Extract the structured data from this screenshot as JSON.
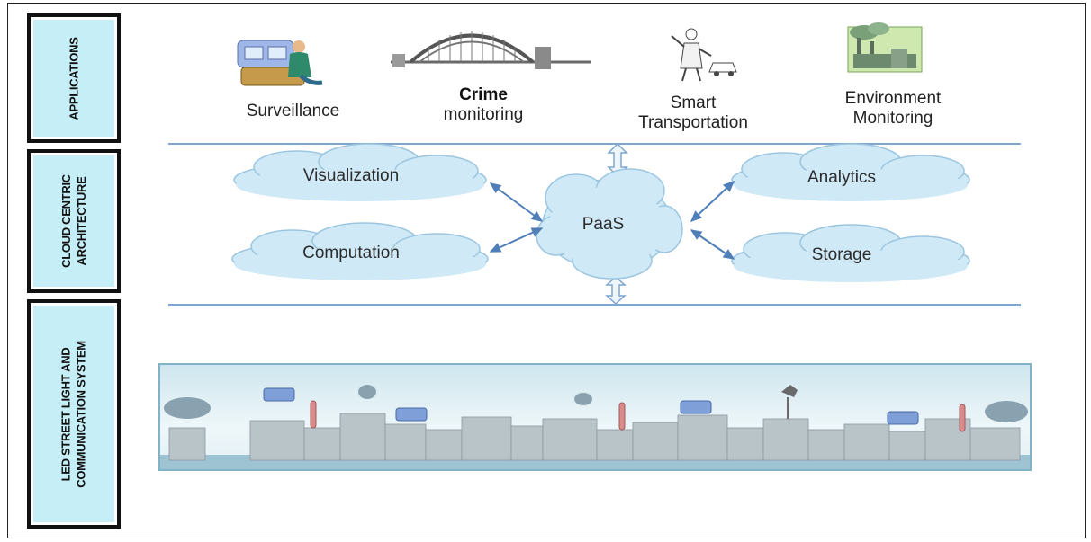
{
  "layers": {
    "applications": "APPLICATIONS",
    "cloud_line1": "CLOUD CENTRIC",
    "cloud_line2": "ARCHITECTURE",
    "led_line1": "LED STREET LIGHT AND",
    "led_line2": "COMMUNICATION SYSTEM"
  },
  "applications": {
    "surveillance": "Surveillance",
    "crime_line1": "Crime",
    "crime_line2": "monitoring",
    "smart_line1": "Smart",
    "smart_line2": "Transportation",
    "env_line1": "Environment",
    "env_line2": "Monitoring"
  },
  "cloud": {
    "visualization": "Visualization",
    "computation": "Computation",
    "paas": "PaaS",
    "analytics": "Analytics",
    "storage": "Storage"
  },
  "colors": {
    "layer_fill": "#c6eef6",
    "cloud_fill": "#cfe9f7",
    "cloud_stroke": "#9cc6e0",
    "line": "#7fa6cf",
    "arrow": "#4f7fb8"
  },
  "icons": [
    "surveillance-clipart-icon",
    "bridge-clipart-icon",
    "traffic-officer-clipart-icon",
    "factory-clipart-icon",
    "city-skyline-illustration"
  ]
}
